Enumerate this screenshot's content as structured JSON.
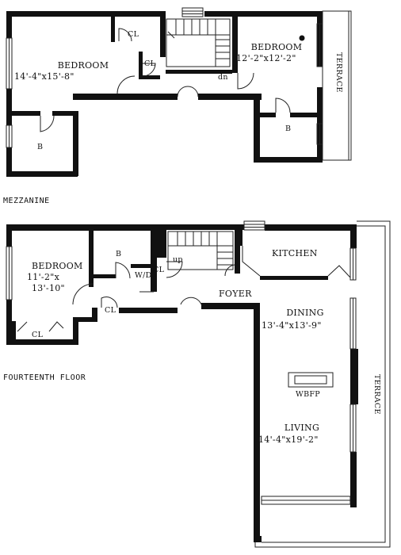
{
  "mezzanine": {
    "caption": "MEZZANINE",
    "bedroom1": {
      "name": "BEDROOM",
      "size": "14'-4\"x15'-8\""
    },
    "bedroom2": {
      "name": "BEDROOM",
      "size": "12'-2\"x12'-2\""
    },
    "closet1": "CL",
    "closet2": "CL",
    "bath1": "B",
    "bath2": "B",
    "stair": "dn",
    "terrace": "TERRACE"
  },
  "fourteenth": {
    "caption": "FOURTEENTH FLOOR",
    "bedroom": {
      "name": "BEDROOM",
      "size_a": "11'-2\"x",
      "size_b": "13'-10\""
    },
    "bath": "B",
    "wd": "W/D",
    "closet_top": "CL",
    "closet_mid": "CL",
    "closet_low": "CL",
    "stair": "up",
    "kitchen": "KITCHEN",
    "foyer": "FOYER",
    "dining": {
      "name": "DINING",
      "size": "13'-4\"x13'-9\""
    },
    "fireplace": "WBFP",
    "living": {
      "name": "LIVING",
      "size": "14'-4\"x19'-2\""
    },
    "terrace": "TERRACE"
  },
  "colors": {
    "wall": "#111111",
    "line": "#222222",
    "paper": "#ffffff"
  }
}
